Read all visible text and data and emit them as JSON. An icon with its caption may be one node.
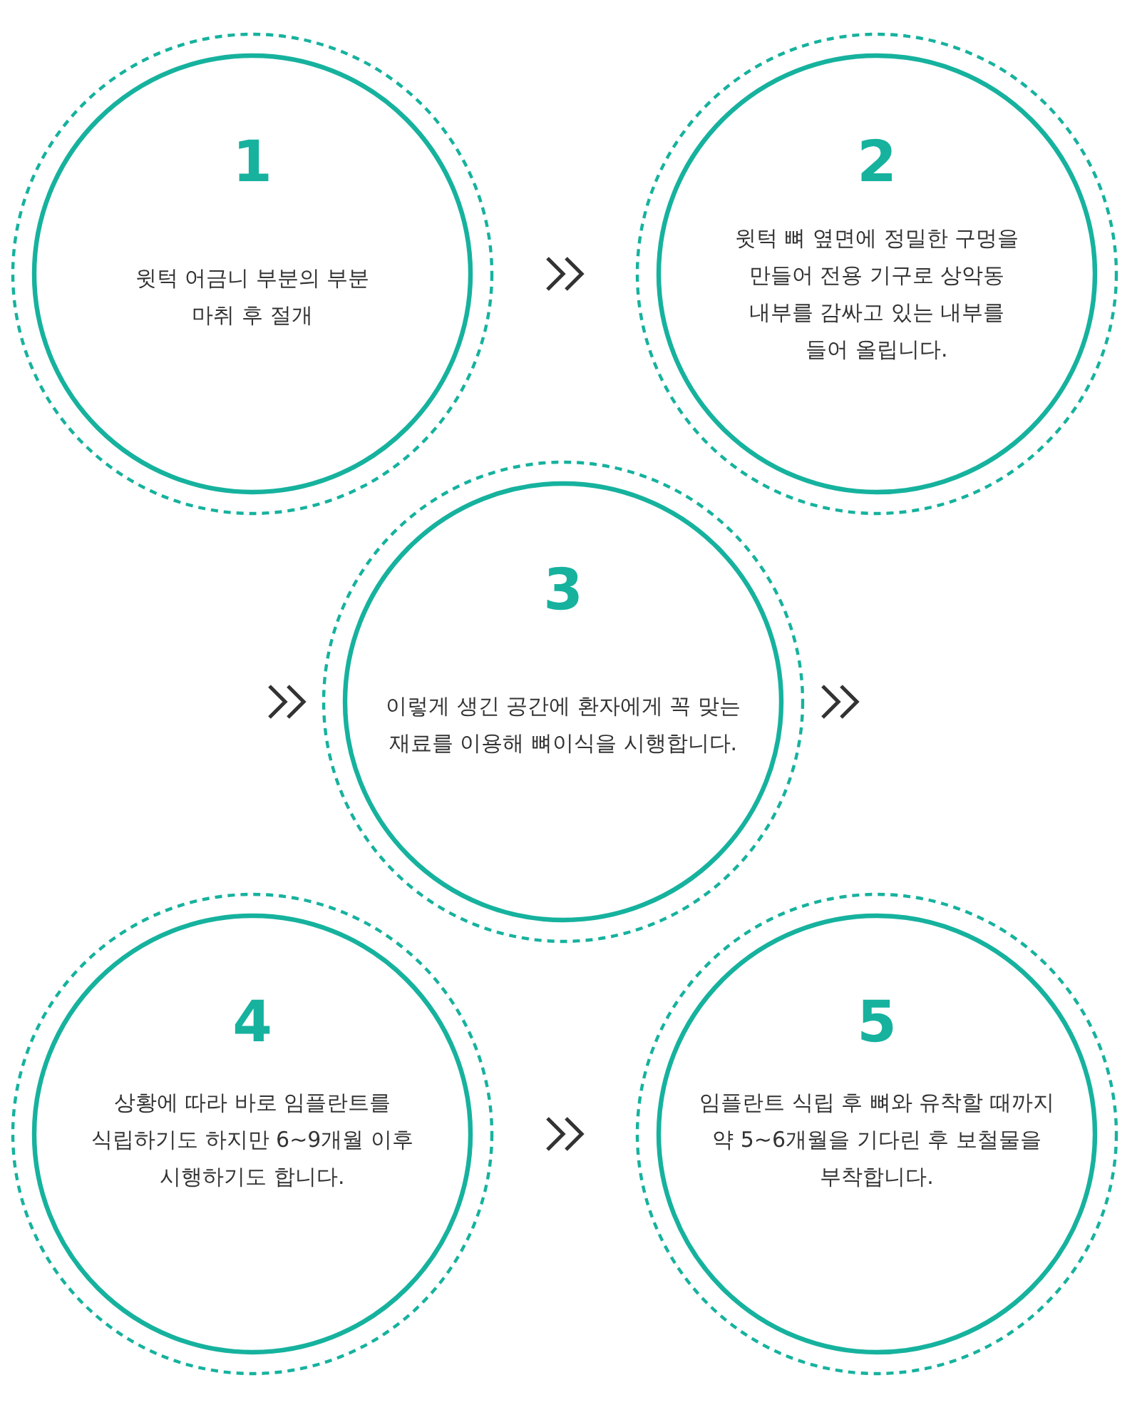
{
  "diagram": {
    "nodes": [
      {
        "text": [
          "1",
          "윗턱 어금니 부분의 부분 마취 후 절개"
        ]
      },
      {
        "text": [
          "2",
          "윗턱 뼈 옆면에 정밀한 구멍을 만들어 전용 기구로 상악동 내부를 감싸고 있는 내부를 들어 올립니다."
        ]
      },
      {
        "text": [
          "3",
          "이렇게 생긴 공간에 환자에게 꼭 맞는 재료를 이용해 뼈이식을 시행합니다."
        ]
      },
      {
        "text": [
          "4",
          "상황에 따라 바로 임플란트를 식립하기도 하지만 6~9개월 이후 시행하기도 합니다."
        ]
      },
      {
        "text": [
          "5",
          "임플란트 식립 후 뼈와 유착할 때까지 약 5~6개월을 기다린 후 보철물을 부착합니다."
        ]
      }
    ],
    "edges": [
      {
        "from": 0,
        "to": 1,
        "arrow": "to"
      },
      {
        "from": null,
        "to": 2,
        "arrow": "to"
      },
      {
        "from": 2,
        "to": null,
        "arrow": "to"
      },
      {
        "from": 3,
        "to": 4,
        "arrow": "to"
      }
    ]
  }
}
